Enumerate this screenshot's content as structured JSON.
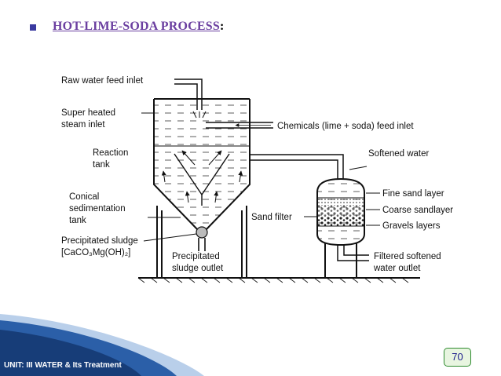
{
  "slide": {
    "title_main": "HOT-LIME-SODA PROCESS",
    "title_colon": ":",
    "footer": "UNIT: III WATER & Its Treatment",
    "page_number": "70"
  },
  "labels": {
    "raw_water": "Raw water feed inlet",
    "steam_1": "Super heated",
    "steam_2": "steam inlet",
    "reaction_1": "Reaction",
    "reaction_2": "tank",
    "conical_1": "Conical",
    "conical_2": "sedimentation",
    "conical_3": "tank",
    "sludge_1": "Precipitated sludge",
    "sludge_2": "[CaCO₃Mg(OH)₂]",
    "chemicals": "Chemicals (lime + soda) feed inlet",
    "softened": "Softened water",
    "fine_sand": "Fine sand layer",
    "coarse_sand": "Coarse sandlayer",
    "gravels": "Gravels layers",
    "sand_filter": "Sand filter",
    "outlet_1": "Precipitated",
    "outlet_2": "sludge outlet",
    "filtered_1": "Filtered softened",
    "filtered_2": "water outlet"
  },
  "colors": {
    "title": "#6b3fa0",
    "footer_bar": "#1f4e8c",
    "page_box_border": "#2e8b2e"
  }
}
